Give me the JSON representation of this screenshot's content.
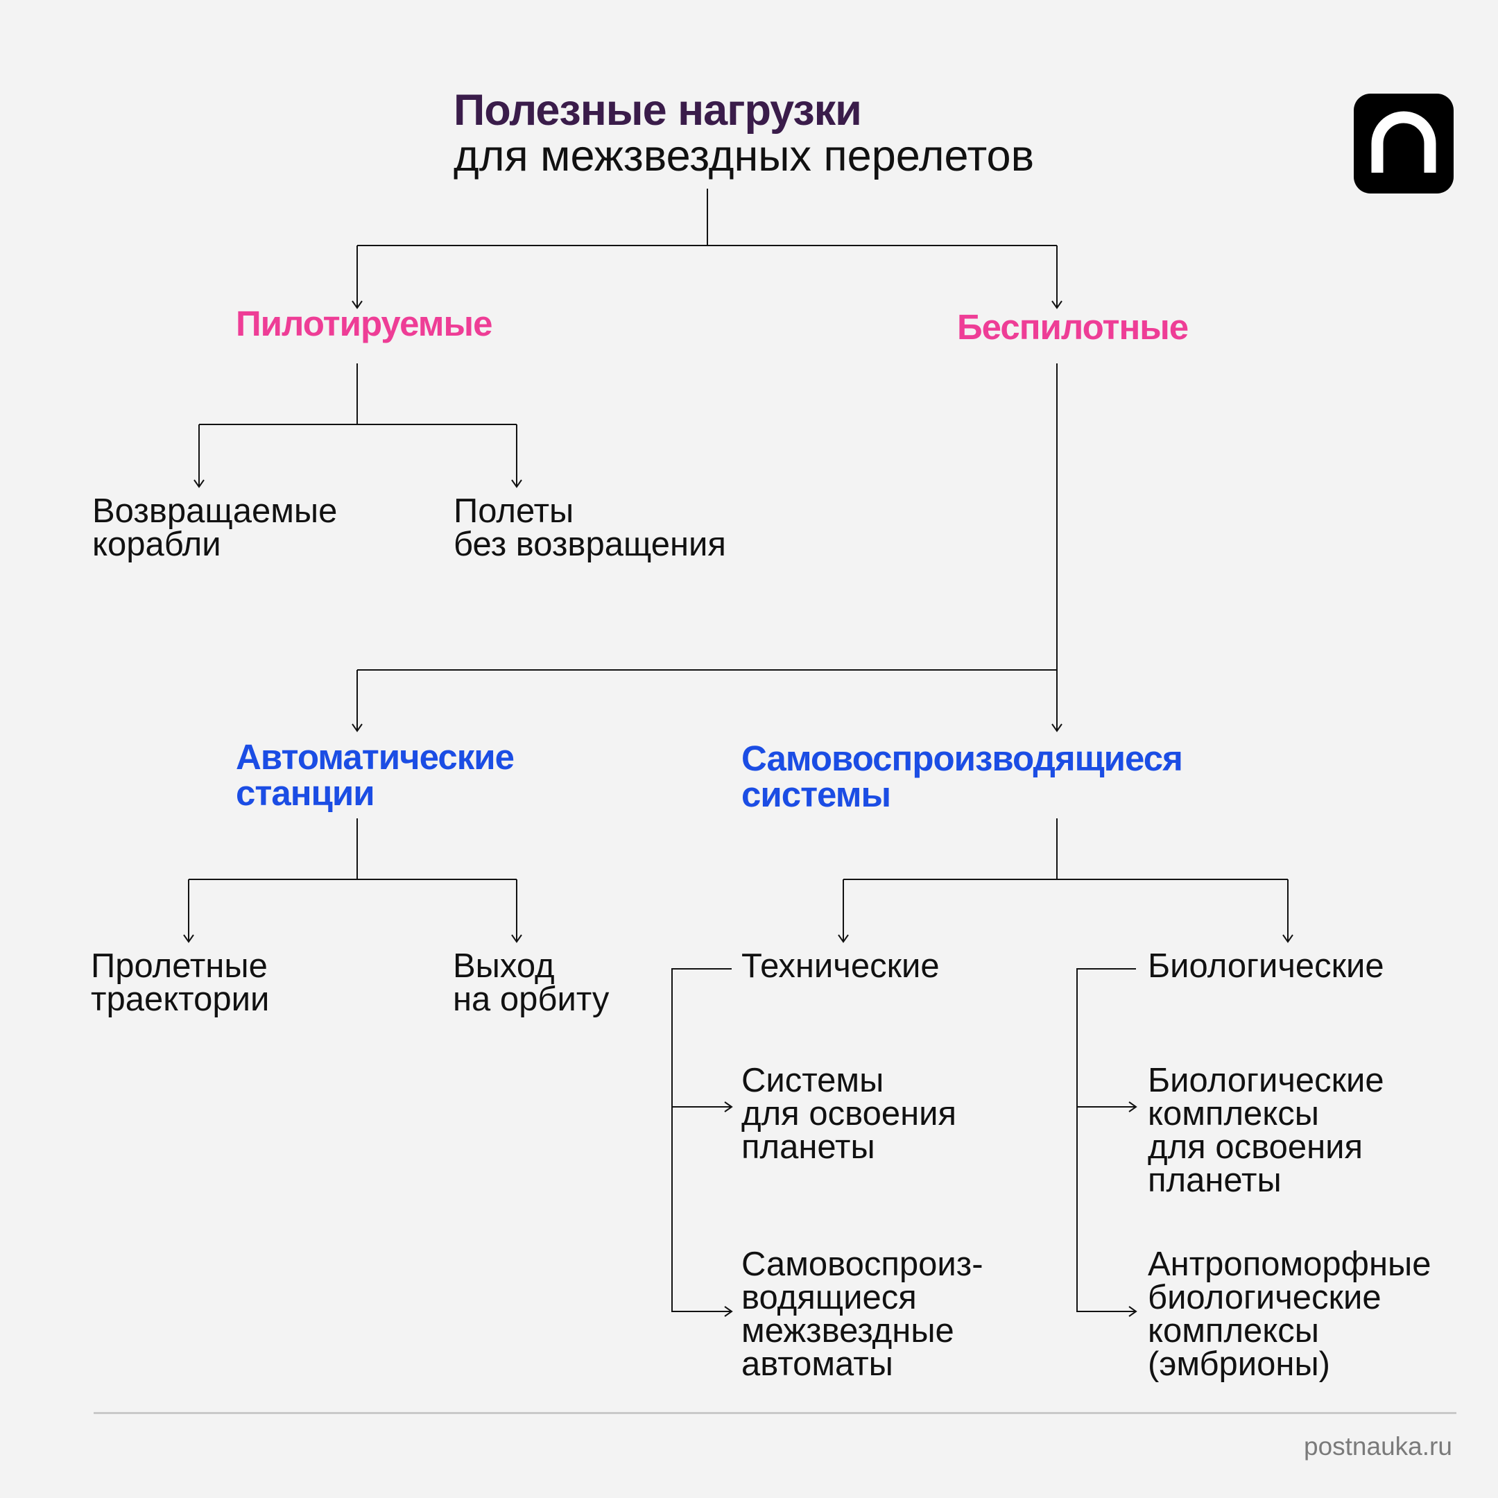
{
  "title": {
    "main": "Полезные нагрузки",
    "sub": "для межзвездных перелетов"
  },
  "categories": {
    "piloted": "Пилотируемые",
    "unmanned": "Беспилотные",
    "automatic": "Автоматические\nстанции",
    "self_replicating": "Самовоспроизводящиеся\nсистемы"
  },
  "piloted_items": {
    "returnable": "Возвращаемые\nкорабли",
    "no_return": "Полеты\nбез возвращения"
  },
  "automatic_items": {
    "flyby": "Пролетные\nтраектории",
    "orbit": "Выход\nна орбиту"
  },
  "technical": {
    "label": "Технические",
    "items": [
      "Системы\nдля освоения\nпланеты",
      "Самовоспроиз-\nводящиеся\nмежзвездные\nавтоматы"
    ]
  },
  "biological": {
    "label": "Биологические",
    "items": [
      "Биологические\nкомплексы\nдля освоения\nпланеты",
      "Антропоморфные\nбиологические\nкомплексы\n(эмбрионы)"
    ]
  },
  "footer": {
    "site": "postnauka.ru"
  },
  "logo": {
    "icon": "postnauka-logo-icon"
  },
  "colors": {
    "title": "#3a1c4a",
    "piloted_branch": "#ee3d96",
    "automatic_branch": "#1b4de4",
    "text": "#111111",
    "background": "#f3f3f3"
  }
}
